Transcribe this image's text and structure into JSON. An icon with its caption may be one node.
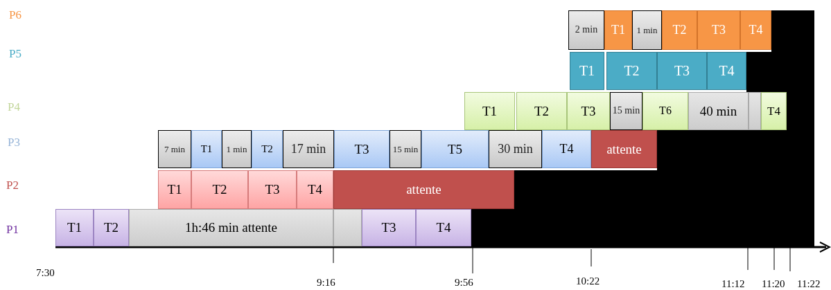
{
  "diagram": {
    "nodes": [
      {
        "text": [
          "2 min"
        ]
      },
      {
        "text": [
          "T1"
        ]
      },
      {
        "text": [
          "1 min"
        ]
      },
      {
        "text": [
          "T2"
        ]
      },
      {
        "text": [
          "T3"
        ]
      },
      {
        "text": [
          "T4"
        ]
      },
      {
        "text": [
          "T1"
        ]
      },
      {
        "text": [
          "T2"
        ]
      },
      {
        "text": [
          "T3"
        ]
      },
      {
        "text": [
          "T4"
        ]
      },
      {
        "text": [
          "T1"
        ]
      },
      {
        "text": [
          "T2"
        ]
      },
      {
        "text": [
          "T3"
        ]
      },
      {
        "text": [
          "15 min"
        ]
      },
      {
        "text": [
          "T6"
        ]
      },
      {
        "text": [
          "40 min"
        ]
      },
      {
        "text": [],
        "shape": "box"
      },
      {
        "text": [
          "T4"
        ]
      },
      {
        "text": [
          "7 min"
        ]
      },
      {
        "text": [
          "T1"
        ]
      },
      {
        "text": [
          "1 min"
        ]
      },
      {
        "text": [
          "T2"
        ]
      },
      {
        "text": [
          "17 min"
        ]
      },
      {
        "text": [
          "T3"
        ]
      },
      {
        "text": [
          "15 min"
        ]
      },
      {
        "text": [
          "T5"
        ]
      },
      {
        "text": [
          "30 min"
        ]
      },
      {
        "text": [
          "T4"
        ]
      },
      {
        "text": [
          "attente"
        ]
      },
      {
        "text": [
          "T1"
        ]
      },
      {
        "text": [
          "T2"
        ]
      },
      {
        "text": [
          "T3"
        ]
      },
      {
        "text": [
          "T4"
        ]
      },
      {
        "text": [
          "attente"
        ]
      },
      {
        "text": [
          "T1"
        ]
      },
      {
        "text": [
          "T2"
        ]
      },
      {
        "text": [
          "1h:46 min attente"
        ]
      },
      {
        "text": [],
        "shape": "box"
      },
      {
        "text": [
          "T3"
        ]
      },
      {
        "text": [
          "T4"
        ]
      }
    ],
    "labels": [
      "P6",
      "P5",
      "P4",
      "P3",
      "P2",
      "P1",
      "7:30",
      "9:16",
      "9:56",
      "10:22",
      "11:12",
      "11:20",
      "11:22"
    ]
  }
}
